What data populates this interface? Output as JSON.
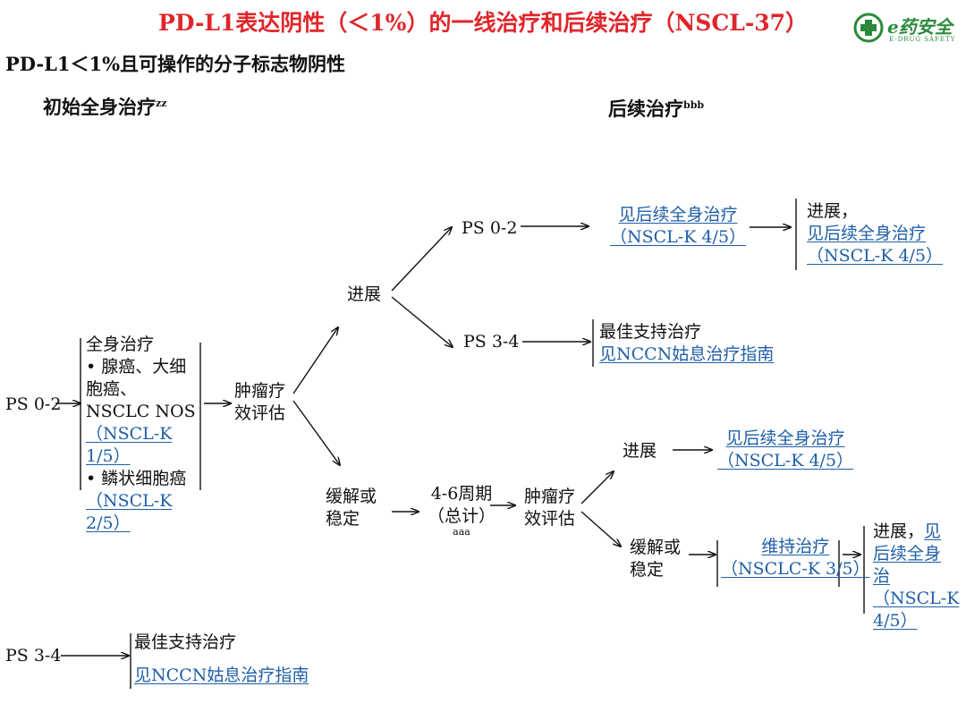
{
  "title": "PD-L1表达阴性（＜1%）的一线治疗和后续治疗（NSCL-37）",
  "subtitle": "PD-L1＜1%且可操作的分子标志物阴性",
  "logo": {
    "text": "e药安全",
    "sub": "E-DRUG SAFETY"
  },
  "col_initial": {
    "label": "初始全身治疗",
    "sup": "zz"
  },
  "col_subsequent": {
    "label": "后续治疗",
    "sup": "bbb"
  },
  "ps02_main": "PS 0-2",
  "ps34_main": "PS 3-4",
  "systemic": {
    "l1": "全身治疗",
    "l2": "• 腺癌、大细",
    "l3": "胞癌、",
    "l4": "NSCLC NOS",
    "ref1a": "（NSCL-K",
    "ref1b": "1/5）",
    "l5": "• 鳞状细胞癌",
    "ref2a": "（NSCL-K",
    "ref2b": "2/5）"
  },
  "eval1": {
    "l1": "肿瘤疗",
    "l2": "效评估"
  },
  "progress1": "进展",
  "ps02_sub": "PS 0-2",
  "ps34_sub": "PS 3-4",
  "see_subseq1": {
    "l1": "见后续全身治疗",
    "l2": "（NSCL-K 4/5）"
  },
  "prog_see1": {
    "l1": "进展，",
    "l2": "见后续全身治疗",
    "l3": "（NSCL-K 4/5）"
  },
  "bsc1": {
    "l1": "最佳支持治疗",
    "l2": "见NCCN姑息治疗指南"
  },
  "remission1": {
    "l1": "缓解或",
    "l2": "稳定"
  },
  "cycles": {
    "l1": "4-6周期",
    "l2": "（总计）",
    "sup": "aaa"
  },
  "eval2": {
    "l1": "肿瘤疗",
    "l2": "效评估"
  },
  "progress2": "进展",
  "see_subseq2": {
    "l1": "见后续全身治疗",
    "l2": "（NSCL-K 4/5）"
  },
  "remission2": {
    "l1": "缓解或",
    "l2": "稳定"
  },
  "maintenance": {
    "l1": "维持治疗",
    "l2": "（NSCLC-K 3/5）"
  },
  "prog_see2": {
    "l1a": "进展，",
    "l1b": "见",
    "l2": "后续全身",
    "l3": "治",
    "l4": "（NSCL-K",
    "l5": "4/5）"
  },
  "bsc2": {
    "l1": "最佳支持治疗",
    "l2": "见NCCN姑息治疗指南"
  }
}
